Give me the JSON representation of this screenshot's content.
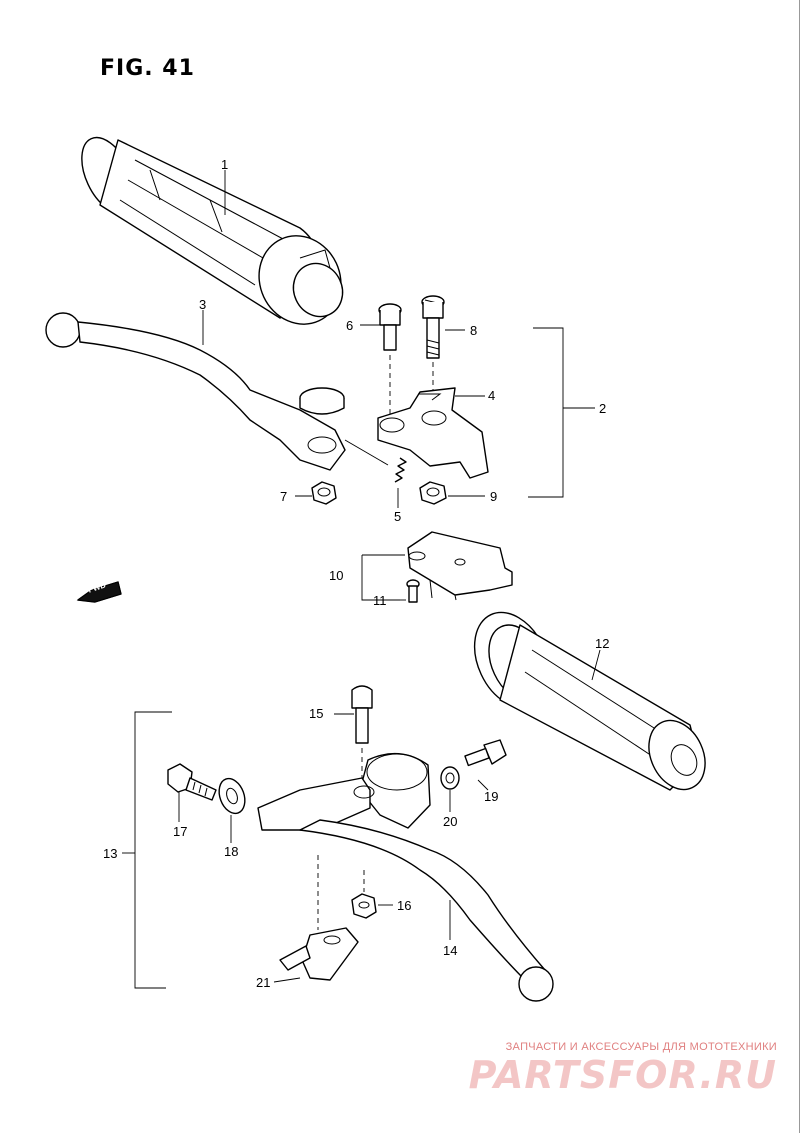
{
  "figure": {
    "title": "FIG. 41"
  },
  "callouts": [
    {
      "id": "1",
      "label": "1"
    },
    {
      "id": "2",
      "label": "2"
    },
    {
      "id": "3",
      "label": "3"
    },
    {
      "id": "4",
      "label": "4"
    },
    {
      "id": "5",
      "label": "5"
    },
    {
      "id": "6",
      "label": "6"
    },
    {
      "id": "7",
      "label": "7"
    },
    {
      "id": "8",
      "label": "8"
    },
    {
      "id": "9",
      "label": "9"
    },
    {
      "id": "10",
      "label": "10"
    },
    {
      "id": "11",
      "label": "11"
    },
    {
      "id": "12",
      "label": "12"
    },
    {
      "id": "13",
      "label": "13"
    },
    {
      "id": "14",
      "label": "14"
    },
    {
      "id": "15",
      "label": "15"
    },
    {
      "id": "16",
      "label": "16"
    },
    {
      "id": "17",
      "label": "17"
    },
    {
      "id": "18",
      "label": "18"
    },
    {
      "id": "19",
      "label": "19"
    },
    {
      "id": "20",
      "label": "20"
    },
    {
      "id": "21",
      "label": "21"
    }
  ],
  "direction_marker": {
    "label": "FWD",
    "icon": "fwd-arrow-icon"
  },
  "watermark": {
    "caption": "ЗАПЧАСТИ И АКСЕССУАРЫ ДЛЯ МОТОТЕХНИКИ",
    "logo": "PARTSFOR.RU",
    "color": "#e08080"
  }
}
